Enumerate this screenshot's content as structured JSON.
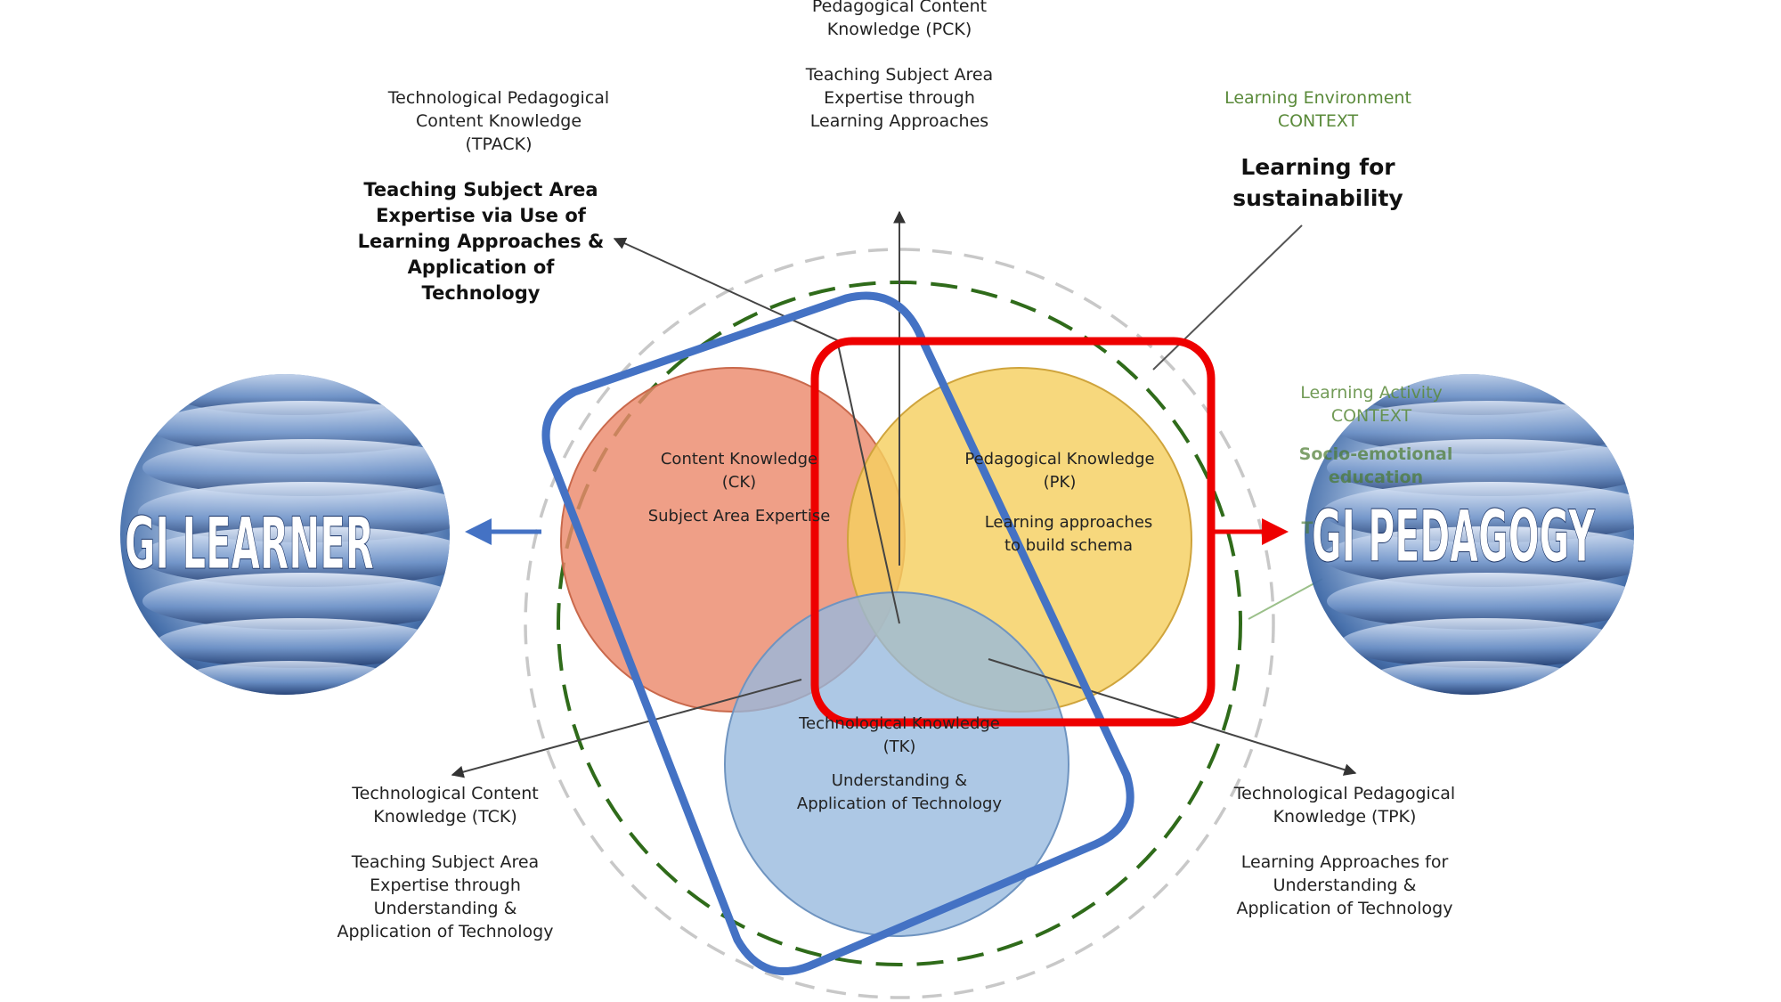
{
  "top_pck": {
    "title_line1": "Pedagogical Content",
    "title_line2": "Knowledge (PCK)",
    "desc_line1": "Teaching Subject Area",
    "desc_line2": "Expertise through",
    "desc_line3": "Learning Approaches"
  },
  "tpack": {
    "title_line1": "Technological Pedagogical",
    "title_line2": "Content Knowledge",
    "title_line3": "(TPACK)",
    "desc_line1": "Teaching Subject Area",
    "desc_line2": "Expertise via Use of",
    "desc_line3": "Learning Approaches &",
    "desc_line4": "Application of",
    "desc_line5": "Technology"
  },
  "context": {
    "env_line1": "Learning Environment",
    "env_line2": "CONTEXT",
    "sust_line1": "Learning for",
    "sust_line2": "sustainability",
    "activity_line1": "Learning Activity",
    "activity_line2": "CONTEXT",
    "socio": "Socio-emotional",
    "edu": "education",
    "t": "T"
  },
  "circles": {
    "ck_line1": "Content Knowledge",
    "ck_line2": "(CK)",
    "ck_desc": "Subject Area Expertise",
    "pk_line1": "Pedagogical Knowledge",
    "pk_line2": "(PK)",
    "pk_desc_line1": "Learning approaches",
    "pk_desc_line2": "to build schema",
    "tk_line1": "Technological Knowledge",
    "tk_line2": "(TK)",
    "tk_desc_line1": "Understanding &",
    "tk_desc_line2": "Application of Technology"
  },
  "tck": {
    "title_line1": "Technological Content",
    "title_line2": "Knowledge (TCK)",
    "desc_line1": "Teaching Subject Area",
    "desc_line2": "Expertise through",
    "desc_line3": "Understanding &",
    "desc_line4": "Application of Technology"
  },
  "tpk": {
    "title_line1": "Technological Pedagogical",
    "title_line2": "Knowledge (TPK)",
    "desc_line1": "Learning Approaches for",
    "desc_line2": "Understanding &",
    "desc_line3": "Application of Technology"
  },
  "globes": {
    "left_title": "GI LEARNER",
    "right_title": "GI PEDAGOGY"
  },
  "colors": {
    "ck_fill": "#ec8a6c",
    "pk_fill": "#f5cf60",
    "tk_fill": "#96b8de",
    "blue_frame": "#4472c4",
    "red_frame": "#ee0000",
    "dashed_green": "#2f6b1a",
    "dashed_gray": "#c8c8c8"
  }
}
